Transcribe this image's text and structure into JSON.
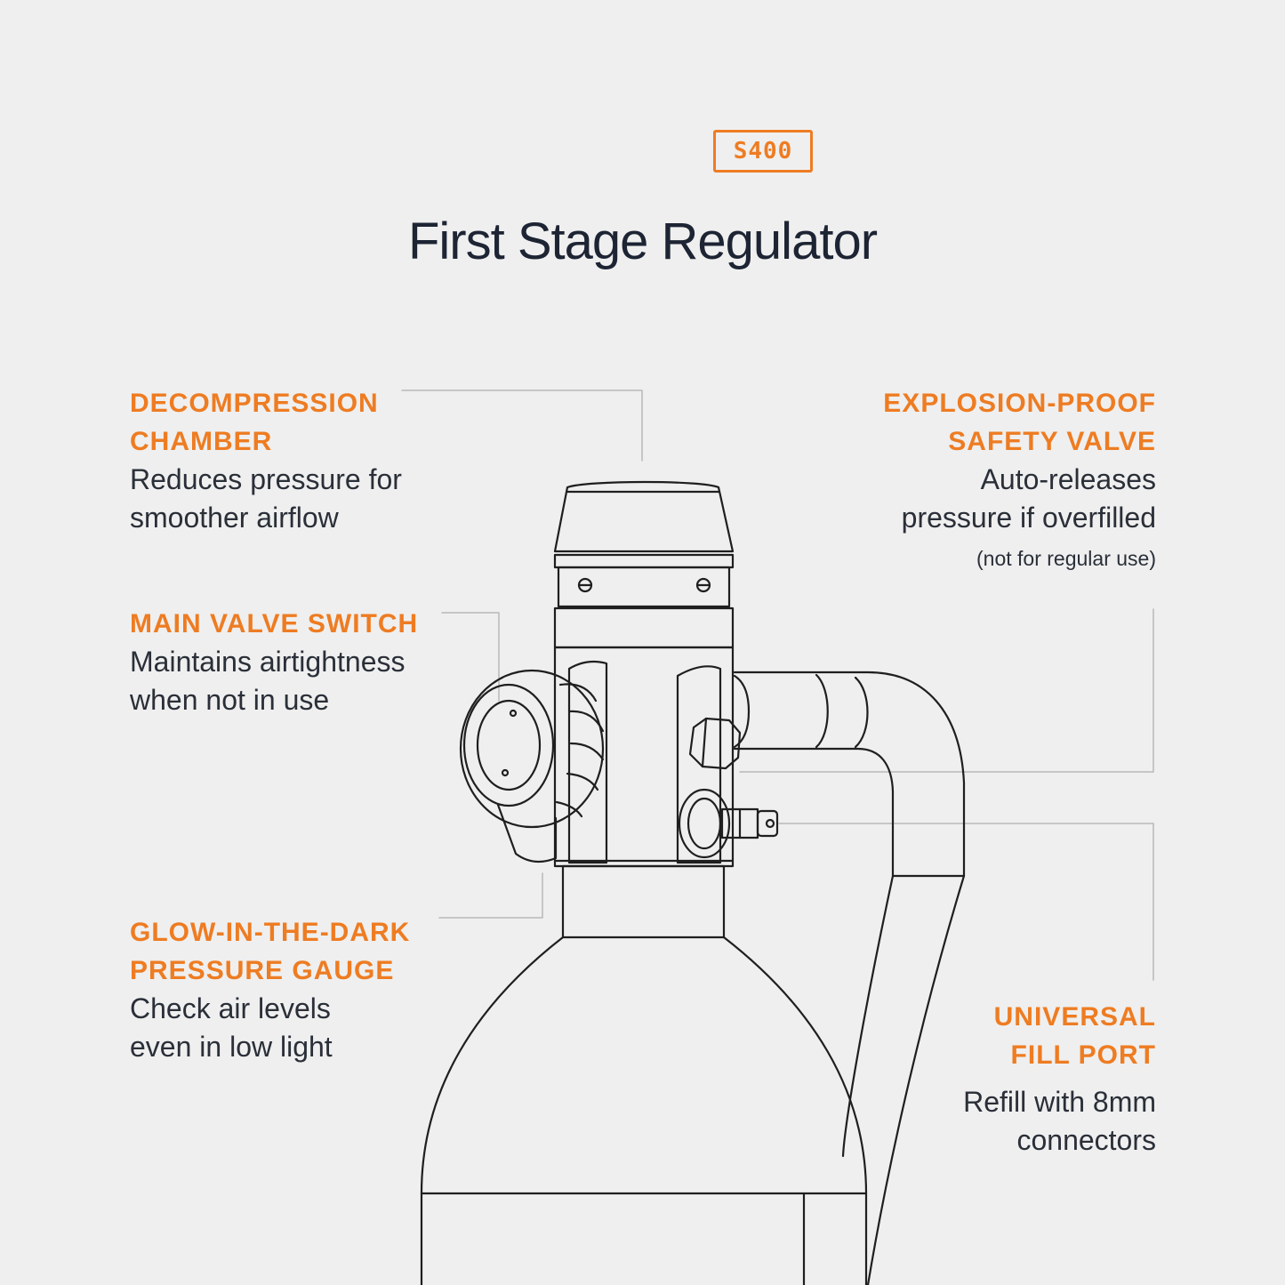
{
  "badge": "S400",
  "title": "First Stage Regulator",
  "callouts": {
    "decompression": {
      "heading": [
        "DECOMPRESSION",
        "CHAMBER"
      ],
      "desc": [
        "Reduces pressure for",
        "smoother airflow"
      ]
    },
    "main_valve": {
      "heading": [
        "MAIN VALVE SWITCH"
      ],
      "desc": [
        "Maintains airtightness",
        "when not in use"
      ]
    },
    "gauge": {
      "heading": [
        "GLOW-IN-THE-DARK",
        "PRESSURE GAUGE"
      ],
      "desc": [
        "Check air levels",
        "even in low light"
      ]
    },
    "safety_valve": {
      "heading": [
        "EXPLOSION-PROOF",
        "SAFETY VALVE"
      ],
      "desc": [
        "Auto-releases",
        "pressure if overfilled"
      ],
      "note": "(not for regular use)"
    },
    "fill_port": {
      "heading": [
        "UNIVERSAL",
        "FILL PORT"
      ],
      "desc": [
        "Refill with 8mm",
        "connectors"
      ]
    }
  },
  "colors": {
    "accent": "#ee7c22",
    "title": "#1d2433",
    "body_text": "#2a2f38",
    "leader_line": "#b9b9b9",
    "background": "#efefef"
  }
}
